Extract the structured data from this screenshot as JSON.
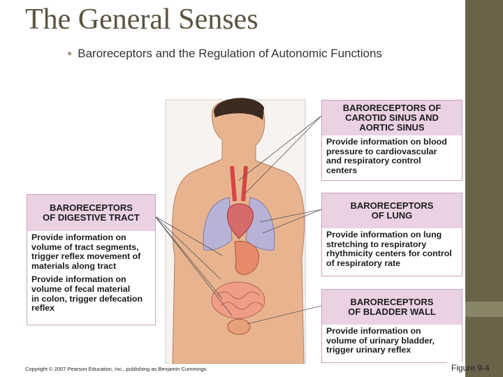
{
  "slide": {
    "title": "The General Senses",
    "subtitle": "Baroreceptors and the Regulation of Autonomic Functions"
  },
  "figure": {
    "boxes": {
      "carotid": {
        "heading": "BARORECEPTORS OF\nCAROTID SINUS AND\nAORTIC SINUS",
        "body": [
          "Provide information on blood\npressure to cardiovascular\nand respiratory control\ncenters"
        ]
      },
      "lung": {
        "heading": "BARORECEPTORS\nOF LUNG",
        "body": [
          "Provide information on lung\nstretching to respiratory\nrhythmicity centers for control\nof respiratory rate"
        ]
      },
      "bladder": {
        "heading": "BARORECEPTORS\nOF BLADDER WALL",
        "body": [
          "Provide information on\nvolume of urinary bladder,\ntrigger urinary reflex"
        ]
      },
      "digestive": {
        "heading": "BARORECEPTORS\nOF DIGESTIVE TRACT",
        "body": [
          "Provide information on\nvolume of tract segments,\ntrigger reflex movement of\nmaterials along tract",
          "Provide information on\nvolume of fecal material\nin colon, trigger defecation\nreflex"
        ]
      }
    },
    "copyright": "Copyright © 2007 Pearson Education, Inc., publishing as Benjamin Cummings",
    "figure_label": "Figure 9-4"
  },
  "colors": {
    "sidebar": "#6b6348",
    "box_heading_bg": "#ead2e3",
    "skin": "#e8b48f",
    "organ_red": "#d66a6a",
    "lung_purple": "#b7b3d8"
  }
}
